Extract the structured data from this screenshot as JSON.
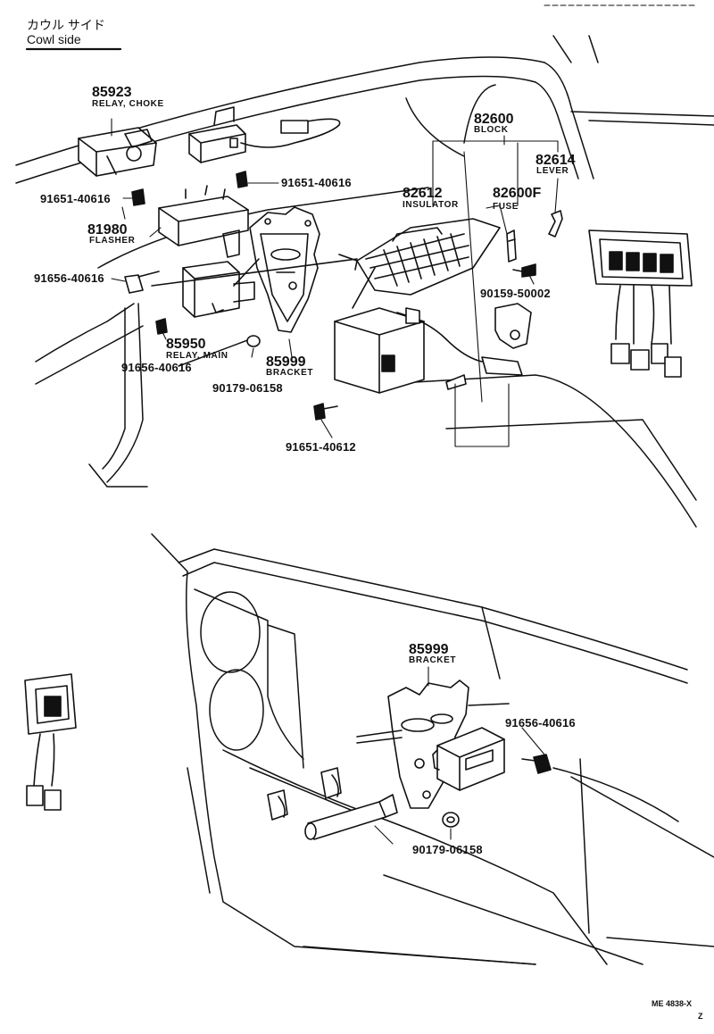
{
  "header": {
    "title_jp": "カウル サイド",
    "title_en": "Cowl side"
  },
  "callouts": {
    "relay_choke": {
      "part_no": "85923",
      "name": "RELAY, CHOKE"
    },
    "screw_a": {
      "part_no": "91651-40616"
    },
    "screw_b": {
      "part_no": "91651-40616"
    },
    "flasher": {
      "part_no": "81980",
      "name": "FLASHER"
    },
    "screw_c": {
      "part_no": "91656-40616"
    },
    "relay_main": {
      "part_no": "85950",
      "name": "RELAY, MAIN"
    },
    "screw_d": {
      "part_no": "91656-40616"
    },
    "nut_a": {
      "part_no": "90179-06158"
    },
    "bracket_top": {
      "part_no": "85999",
      "name": "BRACKET"
    },
    "screw_e": {
      "part_no": "91651-40612"
    },
    "block": {
      "part_no": "82600",
      "name": "BLOCK"
    },
    "insulator": {
      "part_no": "82612",
      "name": "INSULATOR"
    },
    "fuse": {
      "part_no": "82600F",
      "name": "FUSE"
    },
    "lever": {
      "part_no": "82614",
      "name": "LEVER"
    },
    "clip": {
      "part_no": "90159-50002"
    },
    "bracket_bottom": {
      "part_no": "85999",
      "name": "BRACKET"
    },
    "screw_f": {
      "part_no": "91656-40616"
    },
    "nut_b": {
      "part_no": "90179-06158"
    }
  },
  "footer": {
    "code": "ME 4838-X",
    "sub": "Z"
  }
}
